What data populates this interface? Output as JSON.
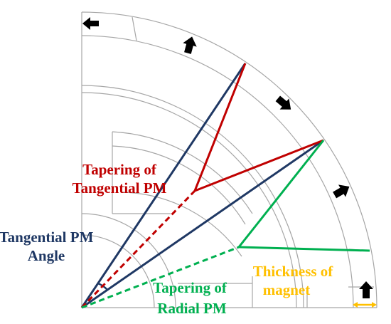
{
  "labels": {
    "tapering_tangential_line1": "Tapering of",
    "tapering_tangential_line2": "Tangential PM",
    "tangential_angle_line1": "Tangential PM",
    "tangential_angle_line2": "Angle",
    "tapering_radial_line1": "Tapering of",
    "tapering_radial_line2": "Radial PM",
    "thickness_line1": "Thickness of",
    "thickness_line2": "magnet"
  },
  "colors": {
    "tangential": "#c00000",
    "radial": "#00b050",
    "angle": "#1f3864",
    "thickness": "#ffc000",
    "geometry": "#a6a6a6",
    "arrow": "#000000"
  },
  "icons": {
    "magnetization_arrows": [
      "arrow-left-icon",
      "arrow-up-right-icon",
      "arrow-down-right-icon",
      "arrow-up-right-icon",
      "arrow-up-icon"
    ],
    "angle_marker": "angle-arc-icon",
    "dimension_marker": "double-arrow-icon"
  }
}
